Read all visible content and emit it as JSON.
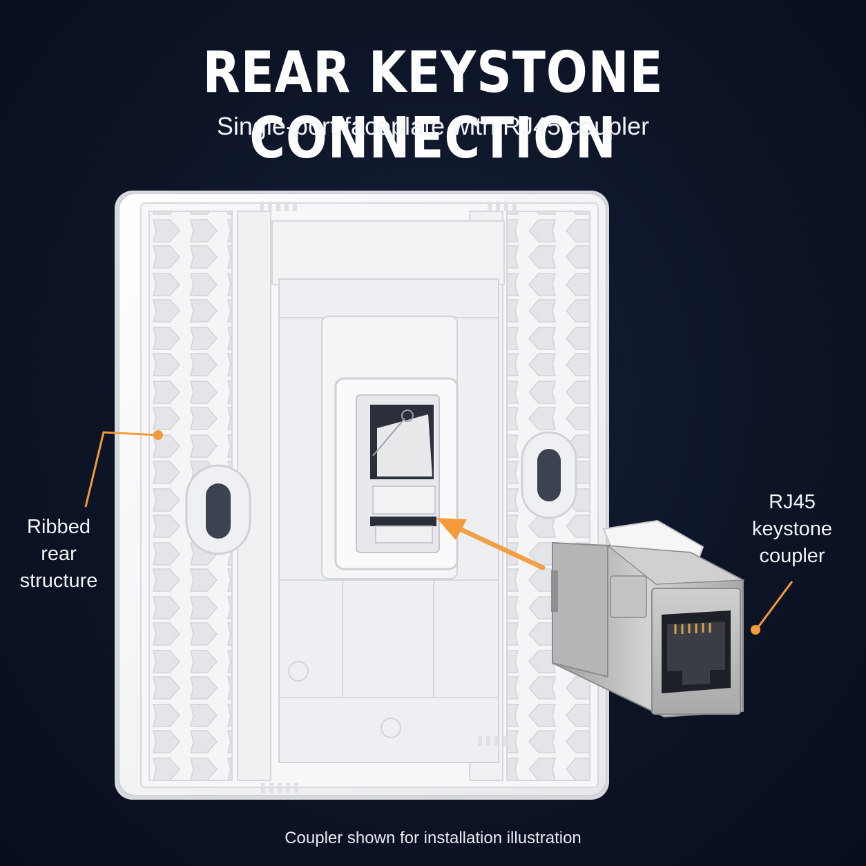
{
  "header": {
    "title": "REAR KEYSTONE CONNECTION",
    "subtitle": "Single-port faceplate with RJ45 coupler"
  },
  "callouts": {
    "left": [
      "Ribbed",
      "rear",
      "structure"
    ],
    "right": [
      "RJ45",
      "keystone",
      "coupler"
    ]
  },
  "footer": {
    "note": "Coupler shown for installation illustration"
  },
  "colors": {
    "background": "#0d1426",
    "accent": "#f39a3a",
    "plate": "#f4f4f6",
    "coupler_metal": "#b9b9b9"
  }
}
